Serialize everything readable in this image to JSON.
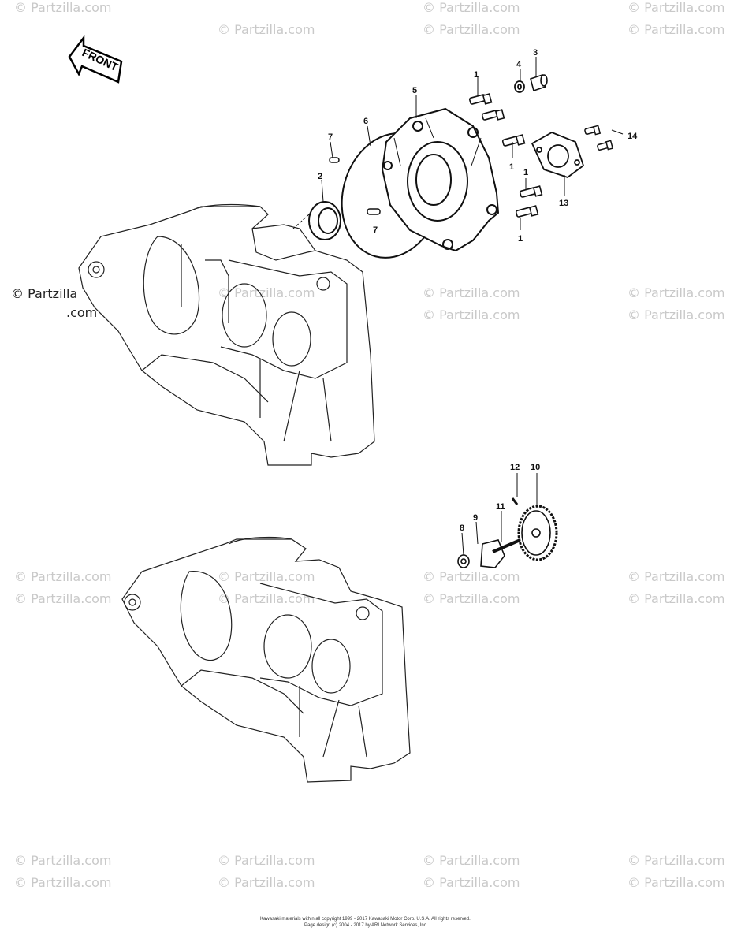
{
  "watermark": "© Partzilla.com",
  "watermark_main": {
    "line1": "© Partzilla",
    "line2": ".com"
  },
  "front_arrow_label": "FRONT",
  "callouts": {
    "c1a": "1",
    "c1b": "1",
    "c1c": "1",
    "c1d": "1",
    "c2": "2",
    "c3": "3",
    "c4": "4",
    "c5": "5",
    "c6": "6",
    "c7a": "7",
    "c7b": "7",
    "c8": "8",
    "c9": "9",
    "c10": "10",
    "c11": "11",
    "c12": "12",
    "c13": "13",
    "c14": "14"
  },
  "footer": {
    "line1": "Kawasaki materials within all copyright 1999 - 2017 Kawasaki Motor Corp. U.S.A. All rights reserved.",
    "line2": "Page design (c) 2004 - 2017 by ARI Network Services, Inc."
  }
}
